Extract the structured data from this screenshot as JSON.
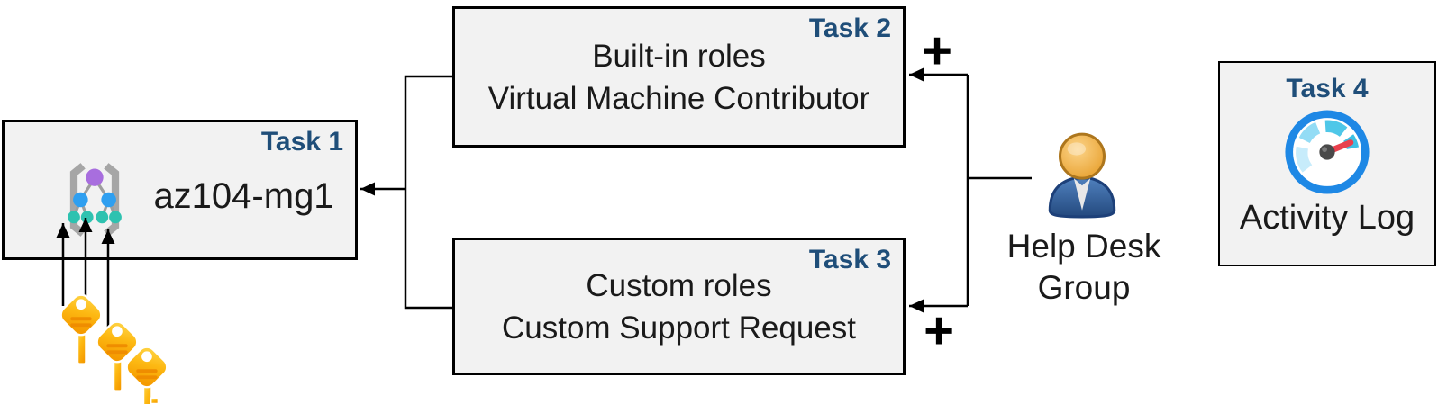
{
  "boxes": {
    "task1": {
      "badge": "Task 1",
      "title": "az104-mg1",
      "icon": "management-group-icon"
    },
    "task2": {
      "badge": "Task 2",
      "line1": "Built-in roles",
      "line2": "Virtual Machine Contributor"
    },
    "task3": {
      "badge": "Task 3",
      "line1": "Custom roles",
      "line2": "Custom Support Request"
    },
    "task4": {
      "badge": "Task 4",
      "caption": "Activity Log",
      "icon": "gauge-icon"
    }
  },
  "actor": {
    "line1": "Help Desk",
    "line2": "Group",
    "icon": "person-icon"
  },
  "symbols": {
    "plus_task2": "+",
    "plus_task3": "+"
  },
  "connections": [
    {
      "from": "task2-task3-bracket",
      "to": "task1",
      "arrow": true
    },
    {
      "from": "help-desk-group",
      "to": "task2",
      "arrow": true
    },
    {
      "from": "help-desk-group",
      "to": "task3",
      "arrow": true
    },
    {
      "from": "keys",
      "to": "task1-management-group",
      "arrow": true,
      "count": 3
    }
  ],
  "colors": {
    "badge_blue": "#1f4e79",
    "box_fill": "#f2f2f2",
    "box_border": "#000000",
    "connector": "#000000",
    "key_gold": "#fdb913",
    "key_stripe": "#ef8d00",
    "gauge_ring": "#1e88e5",
    "gauge_needle": "#e8404d",
    "person_body_blue": "#2f5d9e",
    "person_head_gold": "#eaa63c",
    "mg_purple": "#a86ede",
    "mg_blue": "#2f9ff0",
    "mg_teal": "#2ec2b0",
    "mg_bracket_gray": "#a6a6a6"
  }
}
